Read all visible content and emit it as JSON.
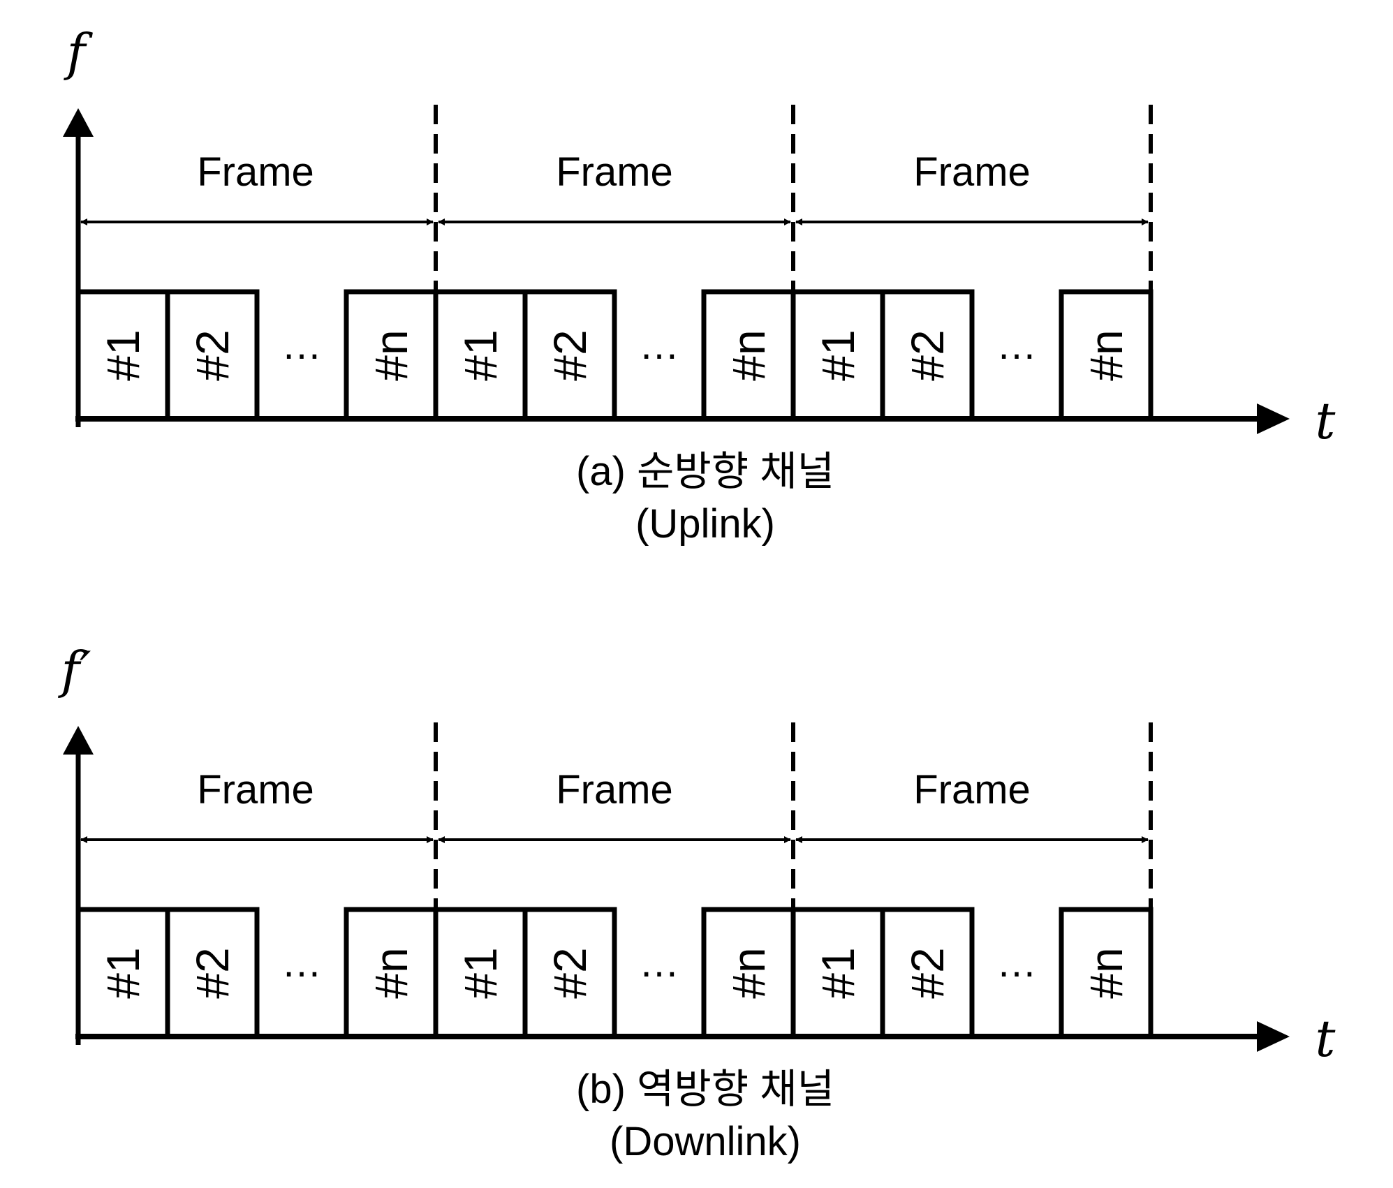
{
  "diagrams": [
    {
      "id": "uplink",
      "axis_y": "f",
      "axis_x": "t",
      "frame_label": "Frame",
      "frame_count": 3,
      "slots": [
        "#1",
        "#2",
        "…",
        "#n"
      ],
      "caption_line1": "(a) 순방향 채널",
      "caption_line2": "(Uplink)"
    },
    {
      "id": "downlink",
      "axis_y": "f′",
      "axis_x": "t",
      "frame_label": "Frame",
      "frame_count": 3,
      "slots": [
        "#1",
        "#2",
        "…",
        "#n"
      ],
      "caption_line1": "(b) 역방향 채널",
      "caption_line2": "(Downlink)"
    }
  ],
  "colors": {
    "ink": "#000000",
    "background": "#ffffff"
  }
}
